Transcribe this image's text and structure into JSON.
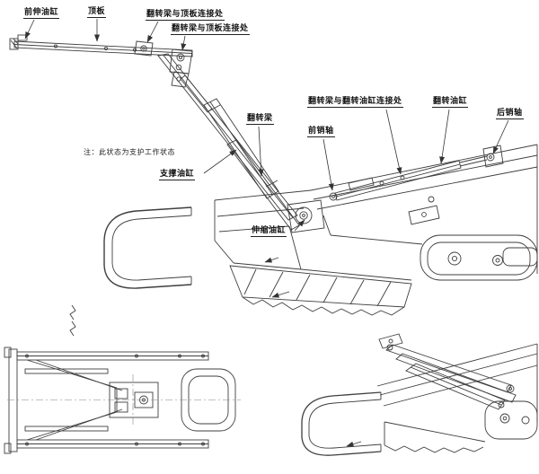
{
  "page": {
    "background": "#ffffff",
    "line_color": "#3f3f3f",
    "label_color": "#111111"
  },
  "labels": {
    "front_extend_cylinder": "前伸油缸",
    "roof_plate": "顶板",
    "flip_beam_roof_joint_upper": "翻转梁与顶板连接处",
    "flip_beam_roof_joint_lower": "翻转梁与顶板连接处",
    "flip_beam": "翻转梁",
    "flip_beam_cylinder_joint": "翻转梁与翻转油缸连接处",
    "flip_cylinder": "翻转油缸",
    "rear_pin_shaft": "后销轴",
    "front_pin_shaft": "前销轴",
    "support_cylinder": "支撑油缸",
    "telescopic_cylinder": "伸缩油缸",
    "note": "注：此状态为支护工作状态"
  }
}
